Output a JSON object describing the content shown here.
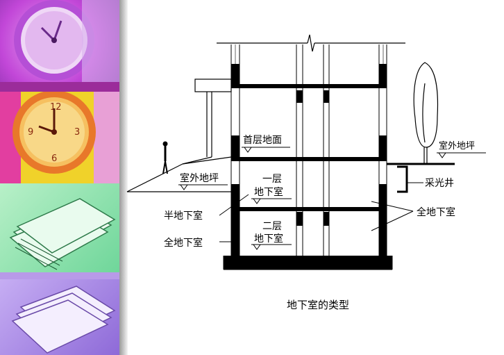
{
  "diagram": {
    "caption": "地下室的类型",
    "labels": {
      "first_floor": "首层地面",
      "outdoor_ground_right": "室外地坪",
      "outdoor_ground_left": "室外地坪",
      "basement_1_line1": "一层",
      "basement_1_line2": "地下室",
      "basement_2_line1": "二层",
      "basement_2_line2": "地下室",
      "semi_basement": "半地下室",
      "full_basement_left": "全地下室",
      "full_basement_right": "全地下室",
      "light_well": "采光井"
    }
  },
  "sidebar": {
    "panels": [
      {
        "name": "clock-purple",
        "color": "#c247d8"
      },
      {
        "name": "clock-orange",
        "color": "#e8b020"
      },
      {
        "name": "papers-green",
        "color": "#7fe0a8"
      },
      {
        "name": "papers-violet",
        "color": "#a98ae0"
      }
    ]
  }
}
